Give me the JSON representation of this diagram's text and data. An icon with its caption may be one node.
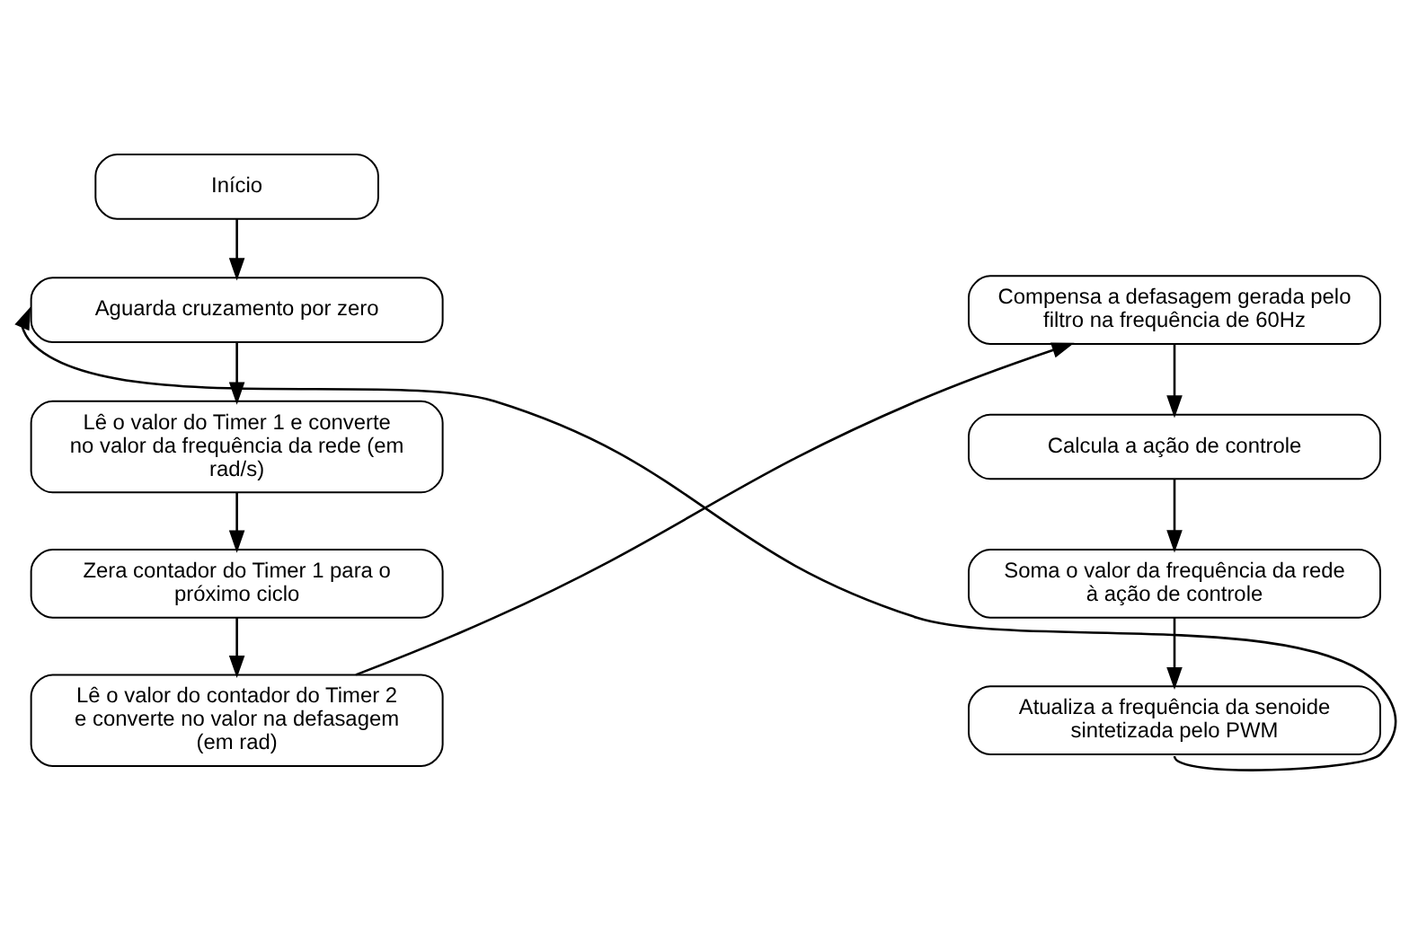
{
  "diagram": {
    "nodes": [
      {
        "text": [
          "Início"
        ]
      },
      {
        "text": [
          "Aguarda cruzamento por zero"
        ]
      },
      {
        "text": [
          "Lê o valor do Timer 1 e converte no valor da frequência da rede (em rad/s)"
        ]
      },
      {
        "text": [
          "Zera contador do Timer 1 para o próximo ciclo"
        ]
      },
      {
        "text": [
          "Lê o valor do contador do Timer 2 e converte no valor na defasagem (em rad)"
        ]
      },
      {
        "text": [
          "Compensa a defasagem gerada pelo filtro na frequência de 60Hz"
        ]
      },
      {
        "text": [
          "Calcula a ação de controle"
        ]
      },
      {
        "text": [
          "Soma o valor da frequência da rede à ação de controle"
        ]
      },
      {
        "text": [
          "Atualiza a frequência da senoide sintetizada pelo PWM"
        ]
      }
    ],
    "edges": [
      {
        "from": 0,
        "to": 1,
        "arrow": "to"
      },
      {
        "from": 1,
        "to": 2,
        "arrow": "to"
      },
      {
        "from": 2,
        "to": 3,
        "arrow": "to"
      },
      {
        "from": 3,
        "to": 4,
        "arrow": "to"
      },
      {
        "from": 4,
        "to": 5,
        "arrow": "to"
      },
      {
        "from": 5,
        "to": 6,
        "arrow": "to"
      },
      {
        "from": 6,
        "to": 7,
        "arrow": "to"
      },
      {
        "from": 7,
        "to": 8,
        "arrow": "to"
      },
      {
        "from": 8,
        "to": 1,
        "arrow": "to"
      }
    ]
  }
}
